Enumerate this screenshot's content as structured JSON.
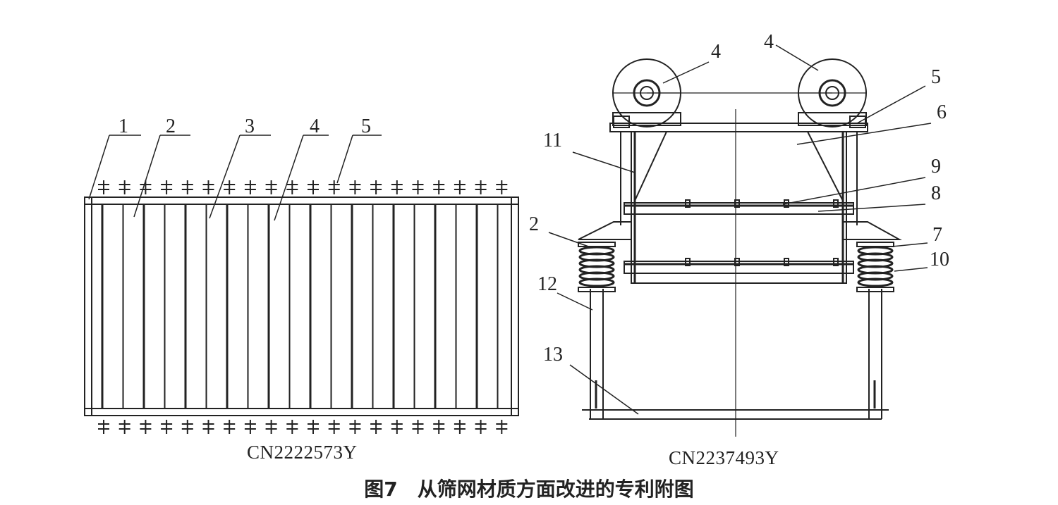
{
  "caption": {
    "figure_number": "图7",
    "text": "从筛网材质方面改进的专利附图"
  },
  "left_drawing": {
    "patent_number": "CN2222573Y",
    "callouts": [
      "1",
      "2",
      "3",
      "4",
      "5"
    ]
  },
  "right_drawing": {
    "patent_number": "CN2237493Y",
    "callouts": [
      "4",
      "4",
      "5",
      "6",
      "11",
      "9",
      "8",
      "2",
      "7",
      "10",
      "12",
      "13"
    ]
  },
  "colors": {
    "ink": "#222222",
    "background": "#ffffff"
  }
}
